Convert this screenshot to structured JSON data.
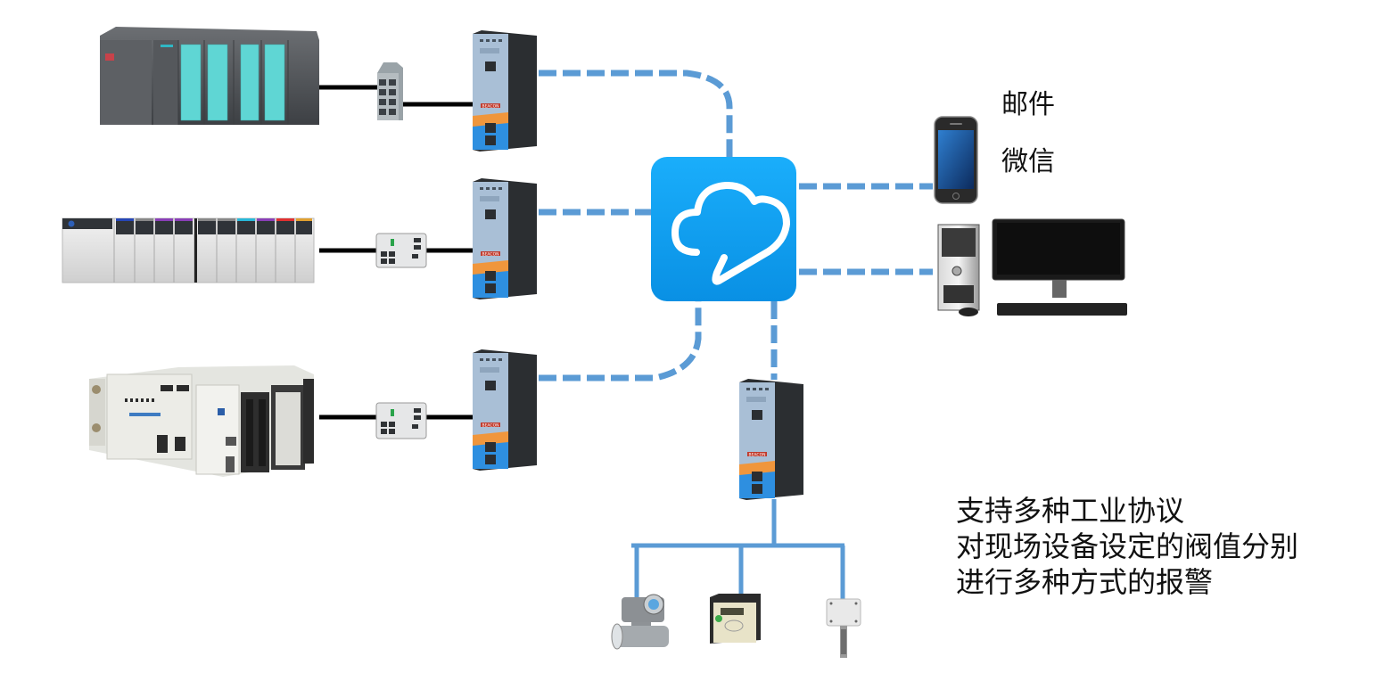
{
  "diagram": {
    "title": "Industrial IoT gateway alarm architecture",
    "cloud": {
      "label": "Cloud platform",
      "icon": "cloud-chat-icon",
      "color": "#14a4f5"
    },
    "notifications": {
      "channels": [
        "邮件",
        "微信"
      ],
      "devices": [
        {
          "name": "smartphone",
          "icon": "smartphone-icon"
        },
        {
          "name": "desktop-computer",
          "icon": "desktop-computer-icon"
        }
      ]
    },
    "plc_rows": [
      {
        "plc": "Siemens S7-300 PLC rack",
        "switch": "Managed Ethernet switch",
        "gateway": "BEACON gateway"
      },
      {
        "plc": "Allen-Bradley ControlLogix rack",
        "switch": "Stratix Ethernet switch",
        "gateway": "BEACON gateway"
      },
      {
        "plc": "Schneider Modicon M340 PLC",
        "switch": "Stratix Ethernet switch",
        "gateway": "BEACON gateway"
      }
    ],
    "field_gateway": {
      "label": "BEACON gateway"
    },
    "field_devices": [
      {
        "name": "Electromagnetic flowmeter",
        "icon": "flowmeter-icon"
      },
      {
        "name": "Variable frequency drive",
        "icon": "vfd-icon"
      },
      {
        "name": "Temperature/humidity sensor",
        "icon": "sensor-icon"
      }
    ],
    "gateway_brand": "BEACON",
    "description": [
      "支持多种工业协议",
      "对现场设备设定的阀值分别",
      "进行多种方式的报警"
    ],
    "colors": {
      "link_dashed": "#5b9bd5",
      "link_solid": "#5b9bd5",
      "cable": "#000000",
      "cloud_bg_top": "#19acfa",
      "cloud_bg_bottom": "#0a94e6",
      "gateway_front": "#a9bfd6",
      "gateway_orange": "#f0963c",
      "gateway_blue": "#2e8fe0",
      "gateway_side": "#2b2e31"
    }
  }
}
